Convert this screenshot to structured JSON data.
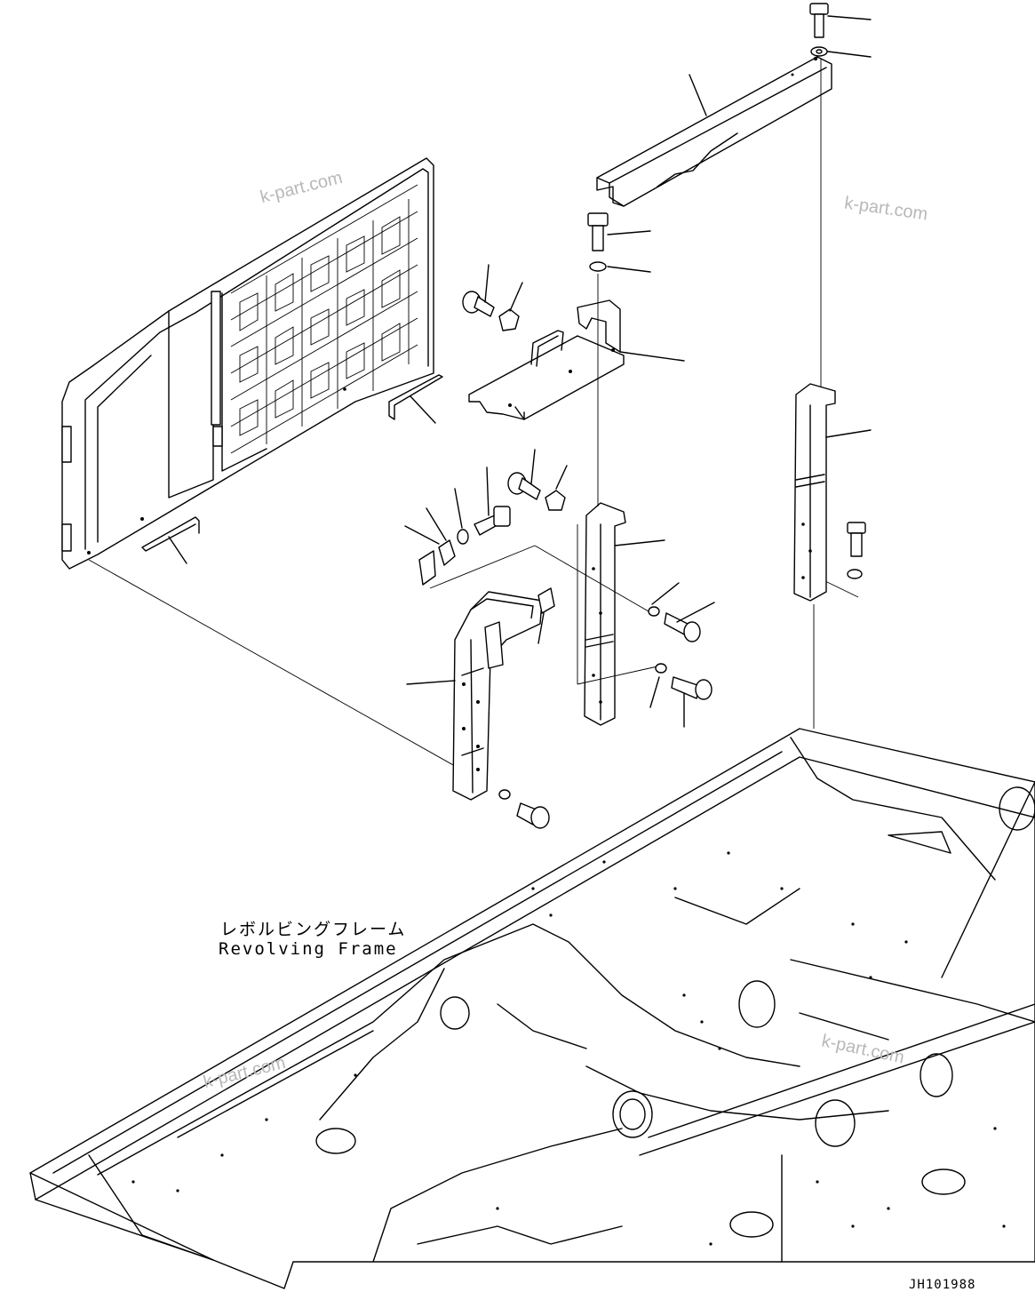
{
  "labels": {
    "frame_jp": "レボルビングフレーム",
    "frame_en": "Revolving Frame",
    "drawing_code": "JH101988"
  },
  "watermark": "k-part.com",
  "colors": {
    "line": "#000000",
    "background": "#ffffff",
    "watermark": "#b8b8b8"
  }
}
